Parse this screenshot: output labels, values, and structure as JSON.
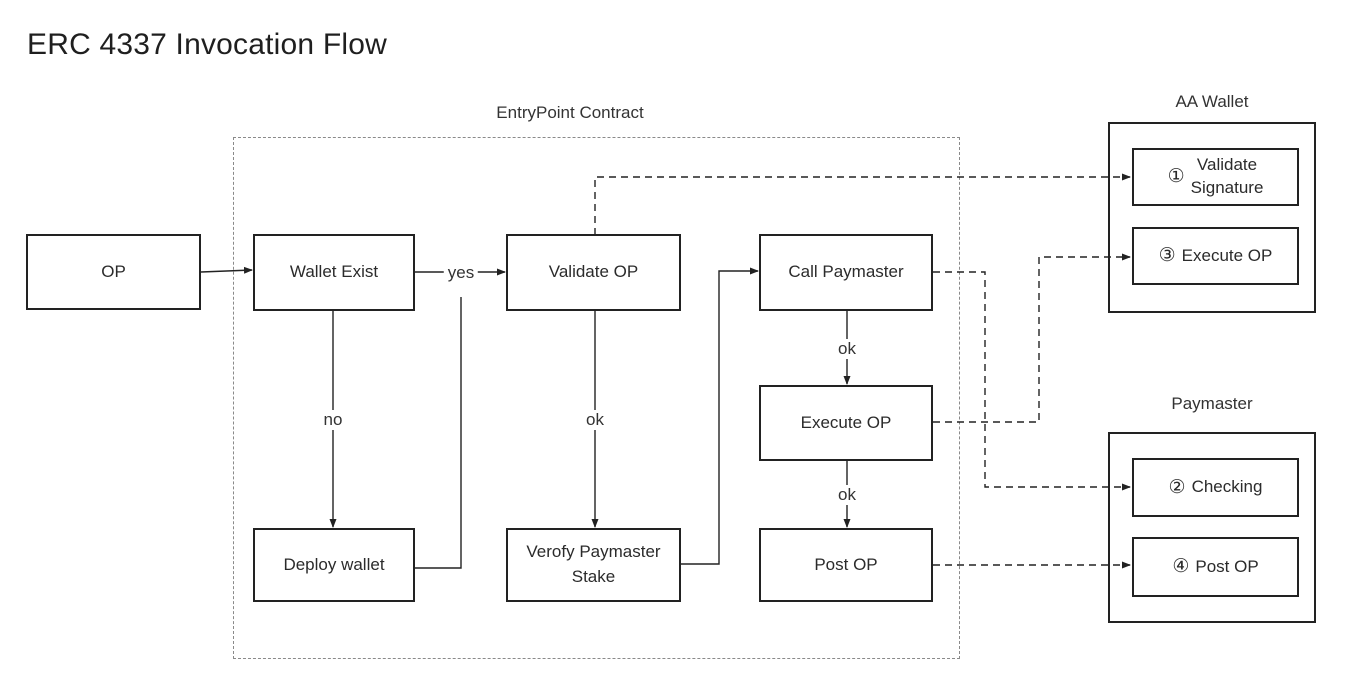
{
  "title": "ERC 4337 Invocation Flow",
  "regions": {
    "entrypoint": "EntryPoint Contract",
    "aa_wallet": "AA Wallet",
    "paymaster": "Paymaster"
  },
  "nodes": {
    "op": "OP",
    "wallet_exist": "Wallet Exist",
    "deploy_wallet": "Deploy wallet",
    "validate_op": "Validate OP",
    "verify_paymaster_stake_line1": "Verofy Paymaster",
    "verify_paymaster_stake_line2": "Stake",
    "call_paymaster": "Call Paymaster",
    "execute_op": "Execute OP",
    "post_op": "Post OP"
  },
  "wallet_steps": {
    "validate_signature_num": "①",
    "validate_signature_line1": "Validate",
    "validate_signature_line2": "Signature",
    "execute_op_num": "③",
    "execute_op": "Execute OP"
  },
  "paymaster_steps": {
    "checking_num": "②",
    "checking": "Checking",
    "post_op_num": "④",
    "post_op": "Post OP"
  },
  "edge_labels": {
    "yes": "yes",
    "no": "no",
    "ok_validate": "ok",
    "ok_call": "ok",
    "ok_execute": "ok"
  },
  "colors": {
    "line": "#222222",
    "dash_region": "#8a8a8a"
  }
}
